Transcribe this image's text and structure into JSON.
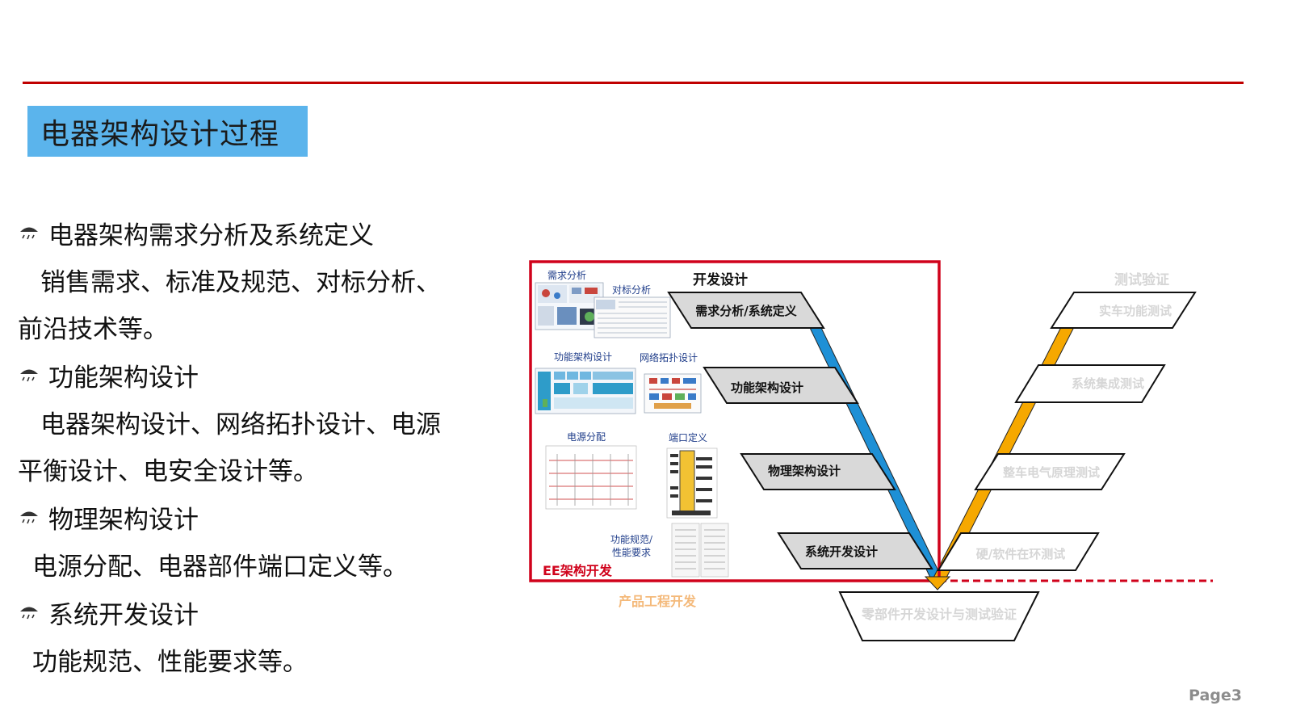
{
  "title": "电器架构设计过程",
  "bullets": [
    {
      "head": "电器架构需求分析及系统定义",
      "lines": [
        "销售需求、标准及规范、对标分析、",
        "前沿技术等。"
      ]
    },
    {
      "head": "功能架构设计",
      "lines": [
        "电器架构设计、网络拓扑设计、电源",
        "平衡设计、电安全设计等。"
      ]
    },
    {
      "head": "物理架构设计",
      "lines": [
        "电源分配、电器部件端口定义等。"
      ]
    },
    {
      "head": "系统开发设计",
      "lines": [
        "功能规范、性能要求等。"
      ]
    }
  ],
  "diagram": {
    "left_header": "开发设计",
    "right_header": "测试验证",
    "left_steps": [
      "需求分析/系统定义",
      "功能架构设计",
      "物理架构设计",
      "系统开发设计"
    ],
    "right_steps": [
      "实车功能测试",
      "系统集成测试",
      "整车电气原理测试",
      "硬/软件在环测试"
    ],
    "bottom_step": "零部件开发设计与测试验证",
    "ee_label": "EE架构开发",
    "product_label": "产品工程开发",
    "thumbs": [
      "需求分析",
      "对标分析",
      "功能架构设计",
      "网络拓扑设计",
      "电源分配",
      "端口定义",
      "功能规范/",
      "性能要求"
    ],
    "colors": {
      "frame": "#d0021b",
      "left_bar": "#1e90d6",
      "right_bar": "#f6a800",
      "box_fill": "#d9d9d9"
    }
  },
  "page": "Page3"
}
